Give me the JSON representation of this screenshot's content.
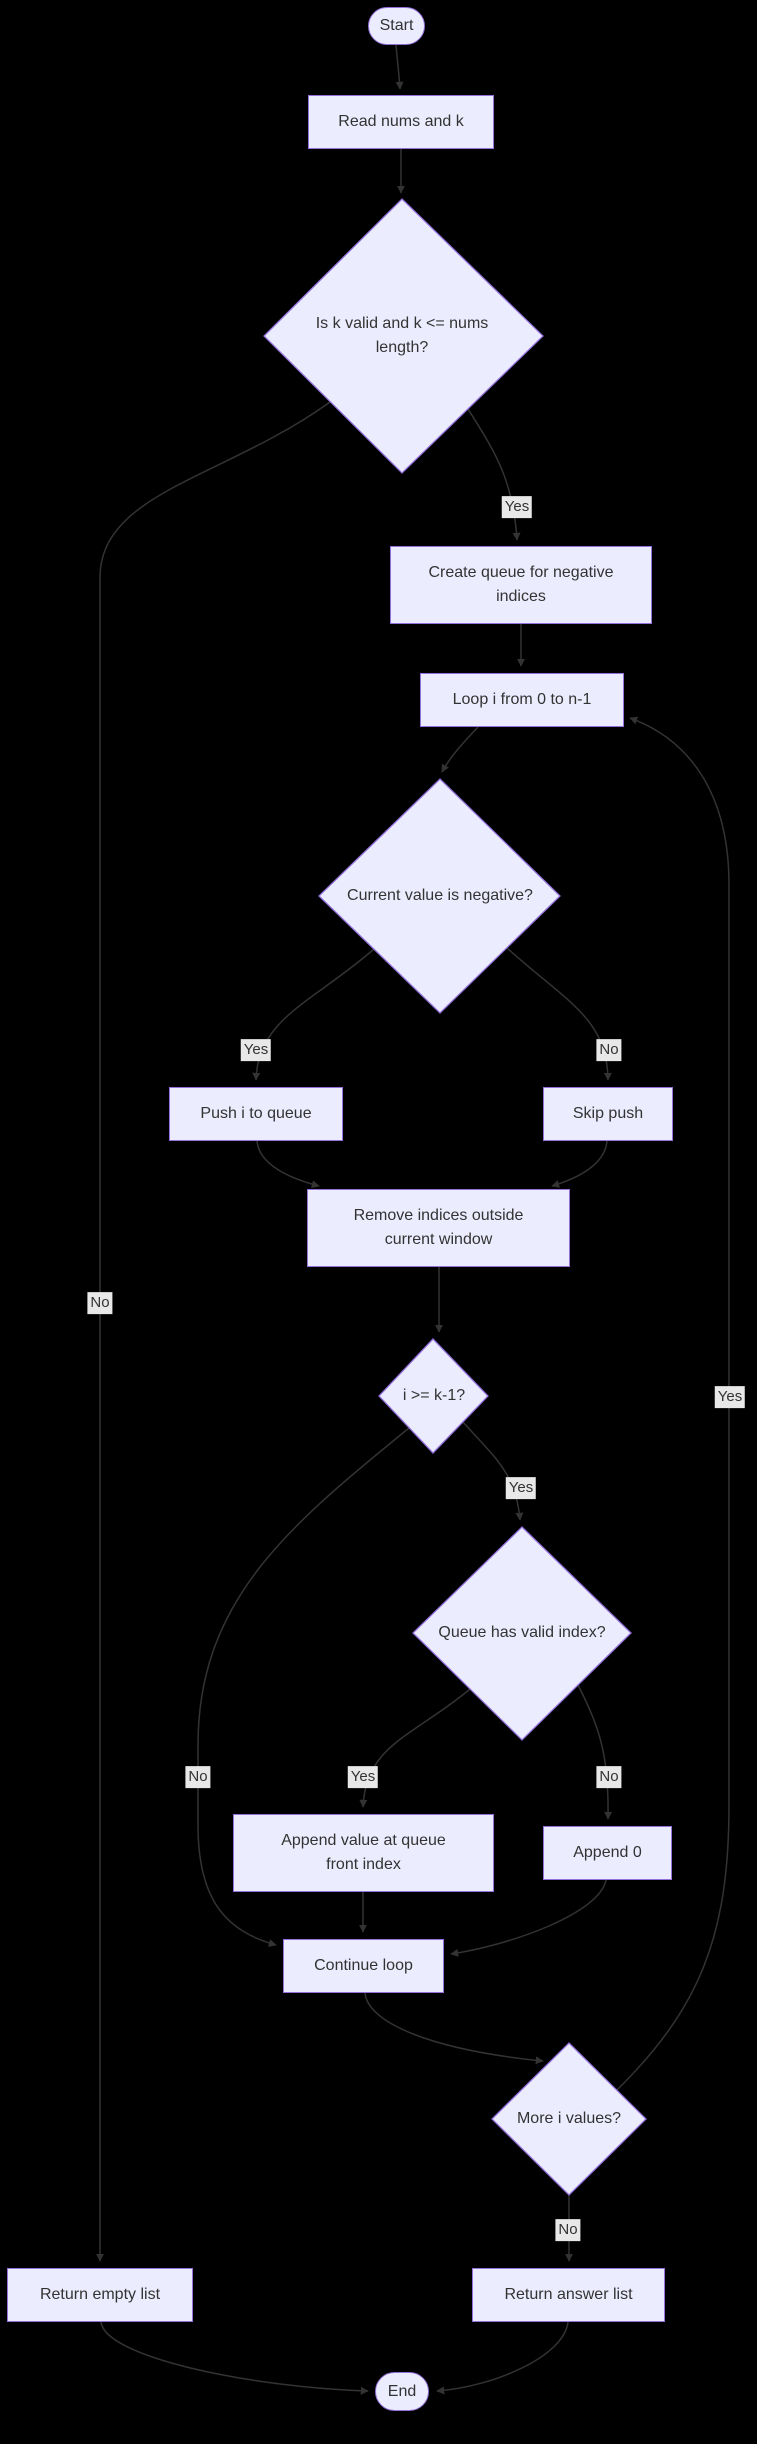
{
  "diagram": {
    "colors": {
      "background": "#000000",
      "node_fill": "#ECECFF",
      "node_border": "#9370DB",
      "edge_color": "#333333",
      "text_color": "#333333",
      "edge_label_bg": "#e8e8e8"
    },
    "nodes": {
      "start": {
        "label": "Start"
      },
      "read_input": {
        "label": "Read nums and k"
      },
      "check_k": {
        "label": "Is k valid and k <= nums\nlength?"
      },
      "create_queue": {
        "label": "Create queue for negative\nindices"
      },
      "loop": {
        "label": "Loop i from 0 to n-1"
      },
      "check_negative": {
        "label": "Current value is negative?"
      },
      "push": {
        "label": "Push i to queue"
      },
      "skip": {
        "label": "Skip push"
      },
      "remove_indices": {
        "label": "Remove indices outside\ncurrent window"
      },
      "check_window": {
        "label": "i >= k-1?"
      },
      "check_queue": {
        "label": "Queue has valid index?"
      },
      "append_value": {
        "label": "Append value at queue\nfront index"
      },
      "append_zero": {
        "label": "Append 0"
      },
      "continue_loop": {
        "label": "Continue loop"
      },
      "more_values": {
        "label": "More i values?"
      },
      "return_empty": {
        "label": "Return empty list"
      },
      "return_answer": {
        "label": "Return answer list"
      },
      "end": {
        "label": "End"
      }
    },
    "edge_labels": {
      "k_valid_yes": "Yes",
      "k_valid_no": "No",
      "negative_yes": "Yes",
      "negative_no": "No",
      "window_yes": "Yes",
      "window_no": "No",
      "queue_yes": "Yes",
      "queue_no": "No",
      "more_yes": "Yes",
      "more_no": "No"
    }
  }
}
